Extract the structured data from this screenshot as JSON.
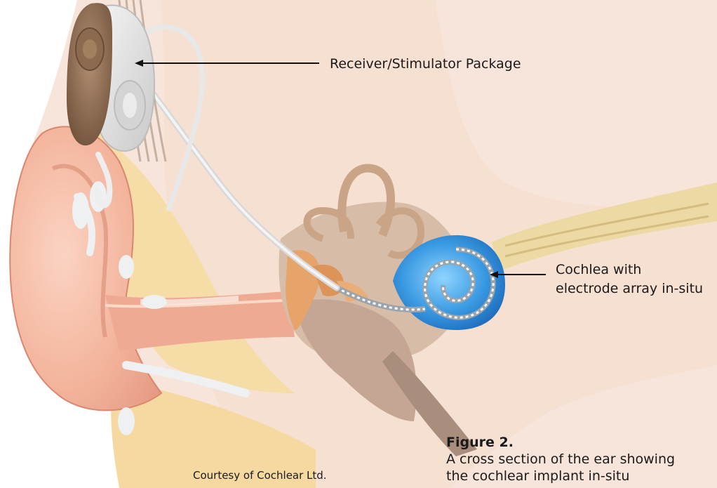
{
  "labels": {
    "receiver": "Receiver/Stimulator Package",
    "cochlea_line1": "Cochlea with",
    "cochlea_line2": "electrode array in-situ"
  },
  "caption": {
    "figure": "Figure 2.",
    "line1": "A cross section of the ear showing",
    "line2": "the cochlear implant in-situ"
  },
  "credit": "Courtesy of Cochlear Ltd.",
  "colors": {
    "skin": "#f3b9a3",
    "skin_dark": "#e08e78",
    "fat": "#f6dca8",
    "cartilage": "#eef0f2",
    "bone": "#dcc4b2",
    "implant": "#e4e4e4",
    "magnet": "#8b6a50",
    "cochlea": "#3a8fd9",
    "nerve": "#ead6a0",
    "ossicle": "#e6a36a",
    "canal": "#c9a487"
  }
}
